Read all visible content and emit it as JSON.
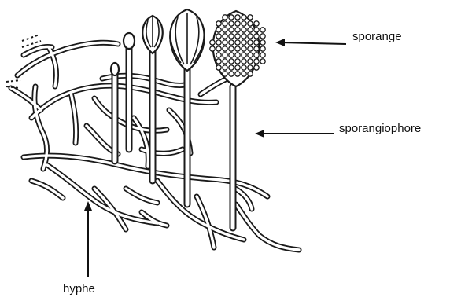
{
  "figure": {
    "labels": {
      "sporange": "sporange",
      "sporangiophore": "sporangiophore",
      "hyphe": "hyphe"
    }
  }
}
